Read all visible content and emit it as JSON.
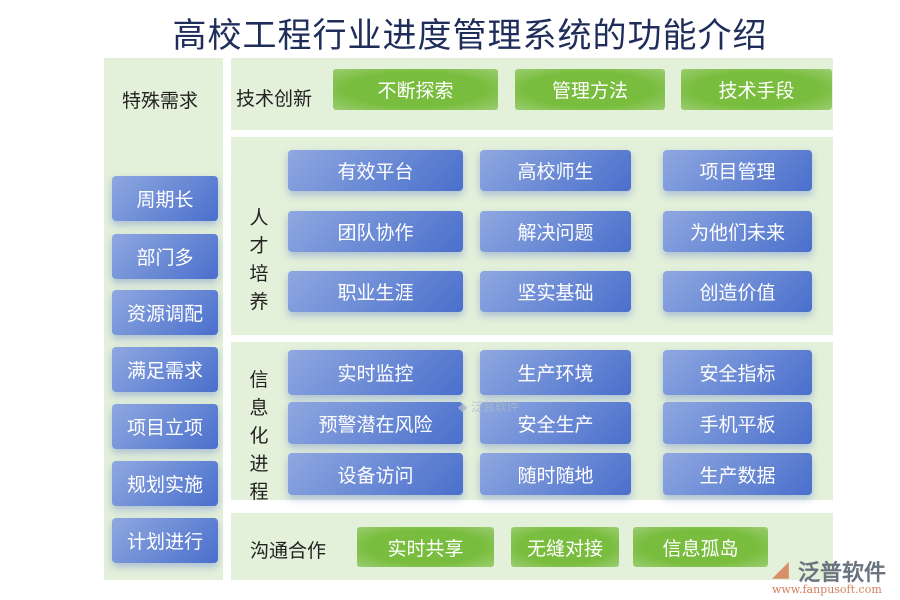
{
  "title": "高校工程行业进度管理系统的功能介绍",
  "left": {
    "header": "特殊需求",
    "items": [
      "周期长",
      "部门多",
      "资源调配",
      "满足需求",
      "项目立项",
      "规划实施",
      "计划进行"
    ]
  },
  "tech": {
    "label": "技术创新",
    "items": [
      "不断探索",
      "管理方法",
      "技术手段"
    ]
  },
  "talent": {
    "label": "人才培养",
    "items": [
      "有效平台",
      "高校师生",
      "项目管理",
      "团队协作",
      "解决问题",
      "为他们未来",
      "职业生涯",
      "坚实基础",
      "创造价值"
    ]
  },
  "info": {
    "label": "信息化进程",
    "items": [
      "实时监控",
      "生产环境",
      "安全指标",
      "预警潜在风险",
      "安全生产",
      "手机平板",
      "设备访问",
      "随时随地",
      "生产数据"
    ]
  },
  "comm": {
    "label": "沟通合作",
    "items": [
      "实时共享",
      "无缝对接",
      "信息孤岛"
    ]
  },
  "logo": {
    "name": "泛普软件",
    "url": "www.fanpusoft.com"
  },
  "colors": {
    "panel": "#e3f0da",
    "blue": "#5a7dd0",
    "green": "#79bd3e",
    "title": "#1f2d5a"
  }
}
